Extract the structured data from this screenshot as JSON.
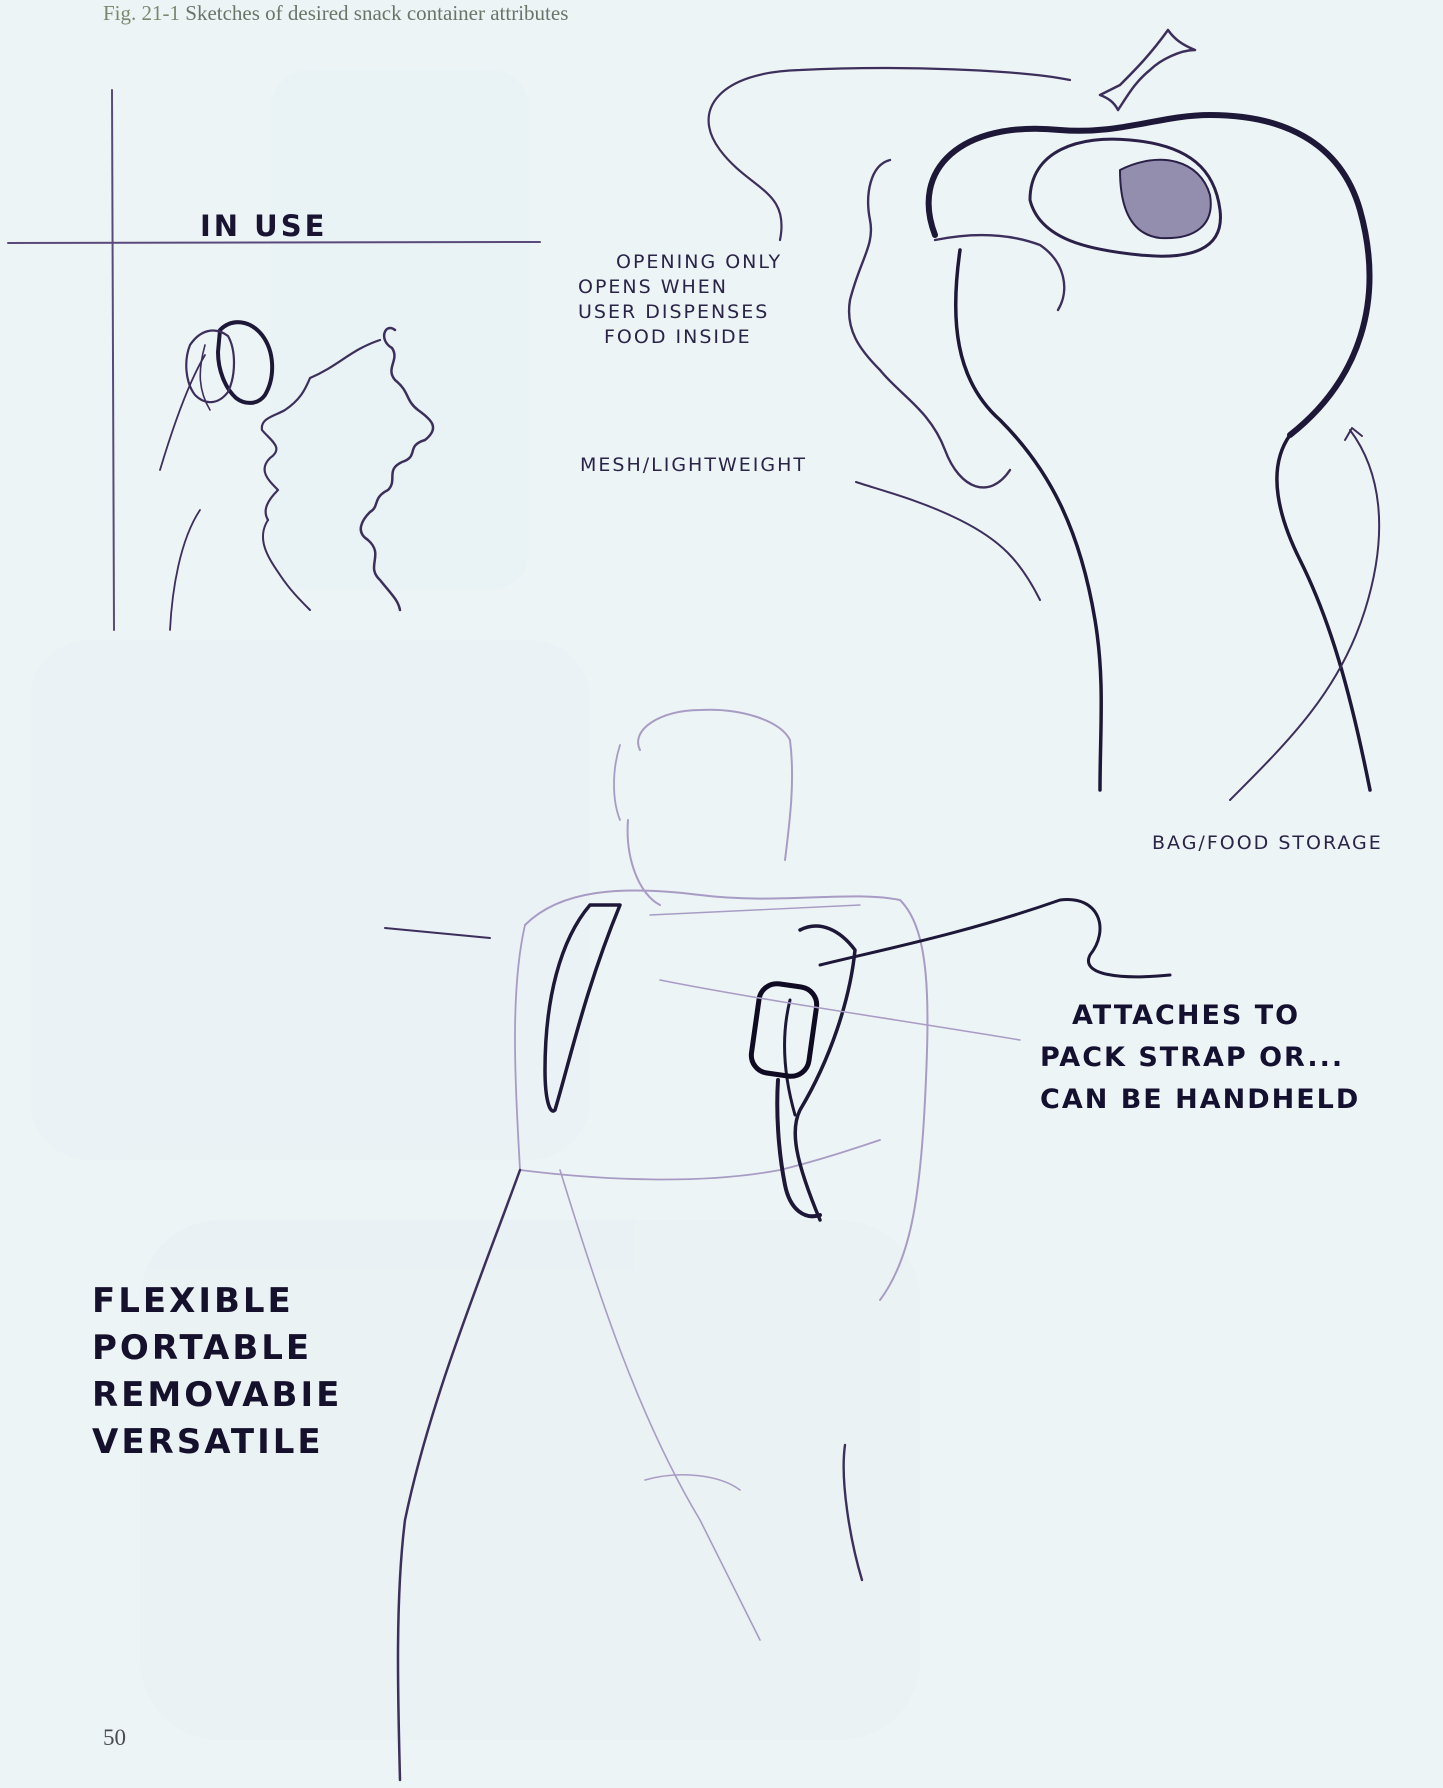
{
  "caption": {
    "figure_number": "Fig. 21-1",
    "text": "Sketches of desired snack container attributes"
  },
  "labels": {
    "in_use": "IN USE",
    "opening_note": [
      "OPENING ONLY",
      "OPENS WHEN",
      "USER DISPENSES",
      "FOOD INSIDE"
    ],
    "mesh": "MESH/LIGHTWEIGHT",
    "bag_storage": "BAG/FOOD STORAGE",
    "attach_note": [
      "ATTACHES TO",
      "PACK STRAP OR...",
      "CAN BE HANDHELD"
    ]
  },
  "attributes": [
    "FLEXIBLE",
    "PORTABLE",
    "REMOVABIE",
    "VERSATILE"
  ],
  "page_number": "50",
  "colors": {
    "paper": "#edf4f6",
    "sketch_stroke": "#3d2f5c",
    "faint_stroke": "#a89cc4",
    "ink": "#15112c"
  }
}
